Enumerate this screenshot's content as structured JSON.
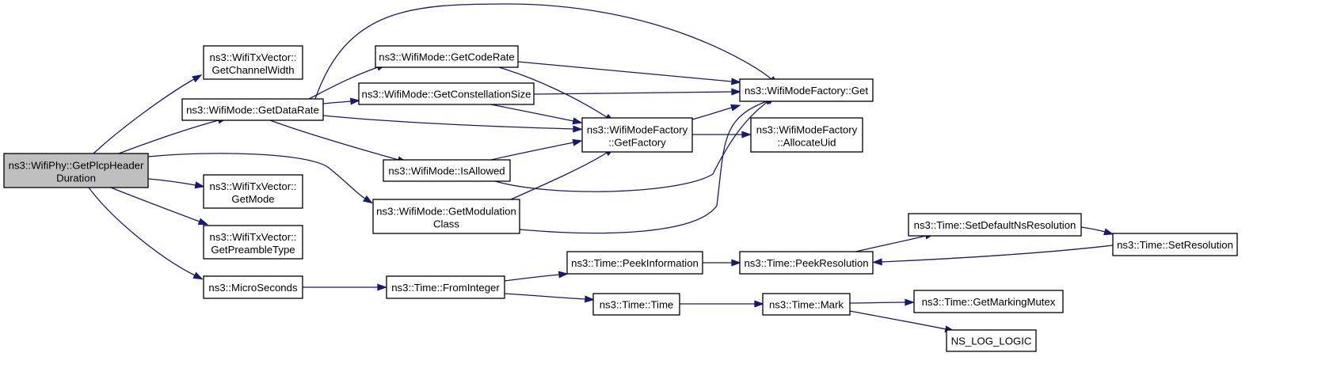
{
  "colors": {
    "node_fill": "#ffffff",
    "root_fill": "#bfbfbf",
    "edge": "#191970",
    "border": "#000000"
  },
  "nodes": {
    "root": [
      "ns3::WifiPhy::GetPlcpHeader",
      "Duration"
    ],
    "getChannelWidth": [
      "ns3::WifiTxVector::",
      "GetChannelWidth"
    ],
    "getDataRate": [
      "ns3::WifiMode::GetDataRate"
    ],
    "getMode": [
      "ns3::WifiTxVector::",
      "GetMode"
    ],
    "getPreambleType": [
      "ns3::WifiTxVector::",
      "GetPreambleType"
    ],
    "microSeconds": [
      "ns3::MicroSeconds"
    ],
    "getCodeRate": [
      "ns3::WifiMode::GetCodeRate"
    ],
    "getConstellationSize": [
      "ns3::WifiMode::GetConstellationSize"
    ],
    "isAllowed": [
      "ns3::WifiMode::IsAllowed"
    ],
    "getModulationClass": [
      "ns3::WifiMode::GetModulation",
      "Class"
    ],
    "fromInteger": [
      "ns3::Time::FromInteger"
    ],
    "factoryGet": [
      "ns3::WifiModeFactory::Get"
    ],
    "getFactory": [
      "ns3::WifiModeFactory",
      "::GetFactory"
    ],
    "allocateUid": [
      "ns3::WifiModeFactory",
      "::AllocateUid"
    ],
    "peekInformation": [
      "ns3::Time::PeekInformation"
    ],
    "timeTime": [
      "ns3::Time::Time"
    ],
    "peekResolution": [
      "ns3::Time::PeekResolution"
    ],
    "mark": [
      "ns3::Time::Mark"
    ],
    "setDefaultNsResolution": [
      "ns3::Time::SetDefaultNsResolution"
    ],
    "setResolution": [
      "ns3::Time::SetResolution"
    ],
    "getMarkingMutex": [
      "ns3::Time::GetMarkingMutex"
    ],
    "nsLogLogic": [
      "NS_LOG_LOGIC"
    ]
  },
  "edges": [
    [
      "root",
      "getChannelWidth"
    ],
    [
      "root",
      "getDataRate"
    ],
    [
      "root",
      "getMode"
    ],
    [
      "root",
      "getPreambleType"
    ],
    [
      "root",
      "microSeconds"
    ],
    [
      "root",
      "getModulationClass"
    ],
    [
      "getDataRate",
      "getCodeRate"
    ],
    [
      "getDataRate",
      "getConstellationSize"
    ],
    [
      "getDataRate",
      "factoryGet"
    ],
    [
      "getDataRate",
      "getFactory"
    ],
    [
      "getDataRate",
      "isAllowed"
    ],
    [
      "getCodeRate",
      "factoryGet"
    ],
    [
      "getCodeRate",
      "getFactory"
    ],
    [
      "getConstellationSize",
      "factoryGet"
    ],
    [
      "getConstellationSize",
      "getFactory"
    ],
    [
      "isAllowed",
      "getFactory"
    ],
    [
      "isAllowed",
      "factoryGet"
    ],
    [
      "getModulationClass",
      "getFactory"
    ],
    [
      "getModulationClass",
      "factoryGet"
    ],
    [
      "getFactory",
      "factoryGet"
    ],
    [
      "getFactory",
      "allocateUid"
    ],
    [
      "microSeconds",
      "fromInteger"
    ],
    [
      "fromInteger",
      "peekInformation"
    ],
    [
      "fromInteger",
      "timeTime"
    ],
    [
      "peekInformation",
      "peekResolution"
    ],
    [
      "peekResolution",
      "setDefaultNsResolution"
    ],
    [
      "setDefaultNsResolution",
      "setResolution"
    ],
    [
      "setResolution",
      "peekResolution"
    ],
    [
      "timeTime",
      "mark"
    ],
    [
      "mark",
      "getMarkingMutex"
    ],
    [
      "mark",
      "nsLogLogic"
    ]
  ]
}
